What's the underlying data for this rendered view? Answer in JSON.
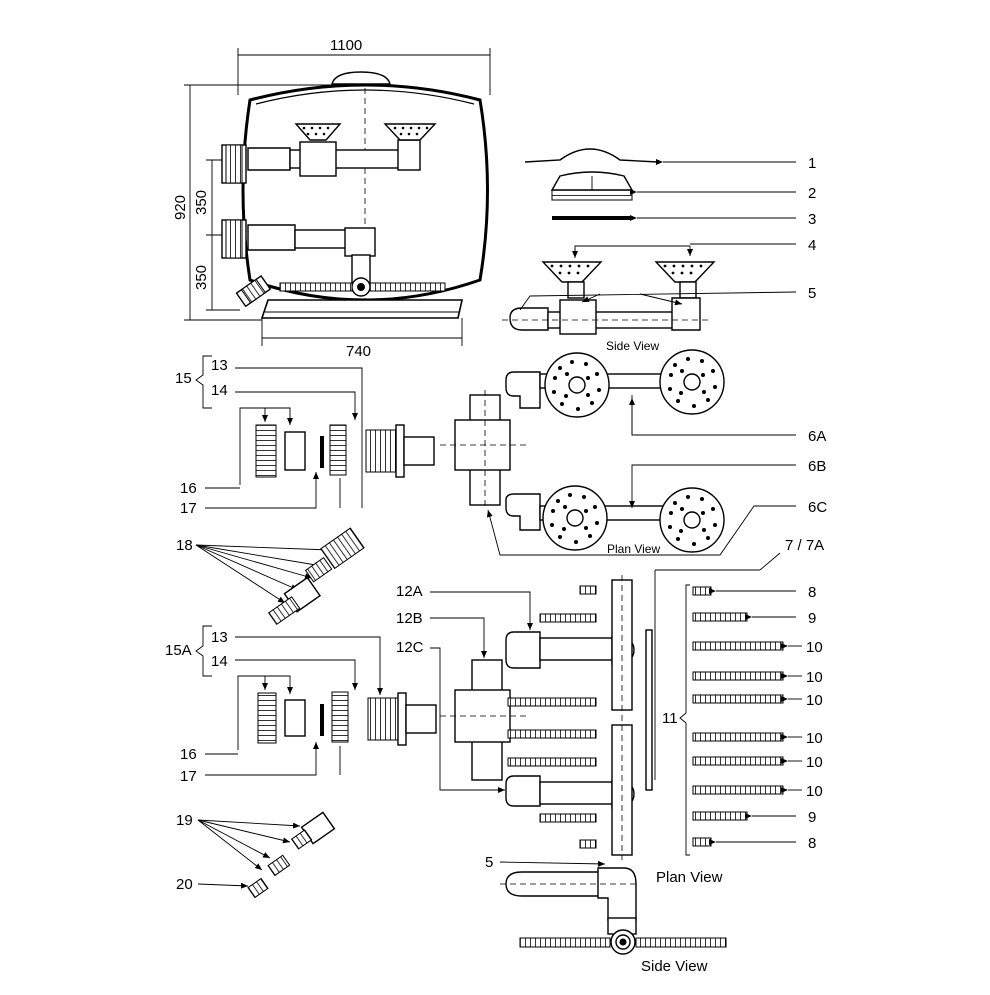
{
  "dimensions": {
    "width": "1100",
    "height": "920",
    "upper": "350",
    "lower": "350",
    "base": "740"
  },
  "captions": {
    "side_view_top": "Side View",
    "plan_view_mid": "Plan View",
    "plan_view_bottom": "Plan View",
    "side_view_bottom": "Side View"
  },
  "labels": {
    "l1": "1",
    "l2": "2",
    "l3": "3",
    "l4": "4",
    "l5": "5",
    "l6a": "6A",
    "l6b": "6B",
    "l6c": "6C",
    "l7": "7 / 7A",
    "l8a": "8",
    "l9a": "9",
    "l10a": "10",
    "l10b": "10",
    "l10c": "10",
    "l10d": "10",
    "l10e": "10",
    "l10f": "10",
    "l9b": "9",
    "l8b": "8",
    "l11": "11",
    "l12a": "12A",
    "l12b": "12B",
    "l12c": "12C",
    "l13a": "13",
    "l14a": "14",
    "l15": "15",
    "l16a": "16",
    "l17a": "17",
    "l18": "18",
    "l13b": "13",
    "l14b": "14",
    "l15a": "15A",
    "l16b": "16",
    "l17b": "17",
    "l19": "19",
    "l20": "20",
    "l5b": "5"
  }
}
